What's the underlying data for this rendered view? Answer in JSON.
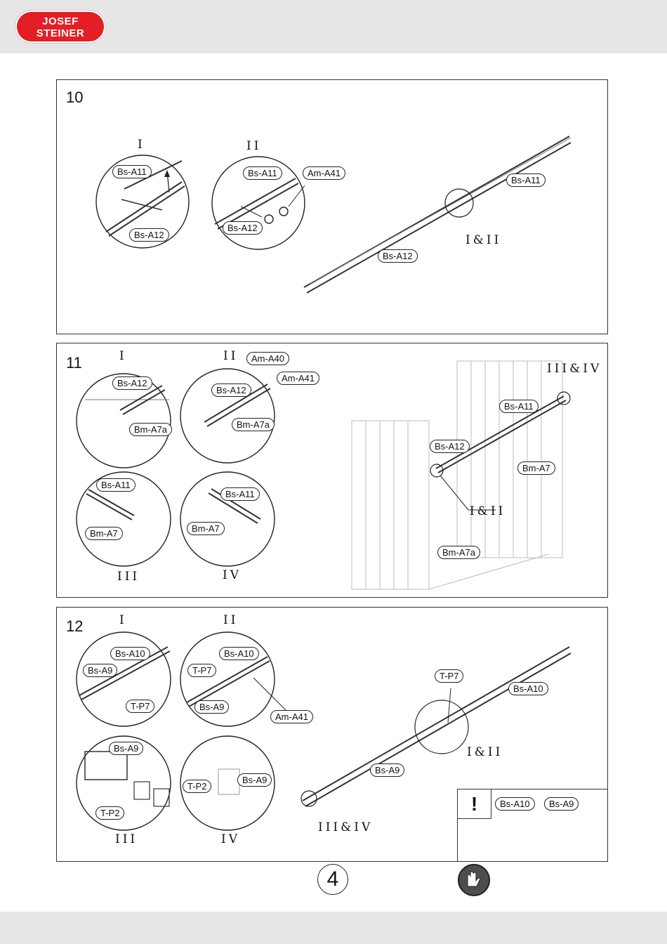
{
  "brand": {
    "line1": "JOSEF",
    "line2": "STEINER"
  },
  "steps": [
    {
      "number": "10",
      "romans": {
        "i": "I",
        "ii": "II",
        "combined": "I&II"
      },
      "tags": {
        "i_top": "Bs-A11",
        "i_bottom": "Bs-A12",
        "ii_top": "Bs-A11",
        "ii_bottom": "Bs-A12",
        "ii_screw": "Am-A41",
        "main_upper": "Bs-A11",
        "main_lower": "Bs-A12"
      }
    },
    {
      "number": "11",
      "romans": {
        "i": "I",
        "ii": "II",
        "iii": "III",
        "iv": "IV",
        "combined_top": "III&IV",
        "combined_mid": "I&II"
      },
      "tags": {
        "i_rail": "Bs-A12",
        "i_wall": "Bm-A7a",
        "ii_washer": "Am-A40",
        "ii_screw": "Am-A41",
        "ii_rail": "Bs-A12",
        "ii_wall": "Bm-A7a",
        "iii_rail": "Bs-A11",
        "iii_wall": "Bm-A7",
        "iv_rail": "Bs-A11",
        "iv_wall": "Bm-A7",
        "main_upper": "Bs-A11",
        "main_lower": "Bs-A12",
        "main_wall_right": "Bm-A7",
        "main_wall_left": "Bm-A7a"
      }
    },
    {
      "number": "12",
      "romans": {
        "i": "I",
        "ii": "II",
        "iii": "III",
        "iv": "IV",
        "combined_right": "I&II",
        "combined_left": "III&IV"
      },
      "tags": {
        "i_top": "Bs-A10",
        "i_left": "Bs-A9",
        "i_plate": "T-P7",
        "ii_top": "Bs-A10",
        "ii_plate": "T-P7",
        "ii_rail": "Bs-A9",
        "ii_screw": "Am-A41",
        "iii_rail": "Bs-A9",
        "iii_clip": "T-P2",
        "iv_clip": "T-P2",
        "iv_rail": "Bs-A9",
        "main_plate": "T-P7",
        "main_upper": "Bs-A10",
        "main_lower": "Bs-A9",
        "warn_left": "Bs-A10",
        "warn_right": "Bs-A9"
      },
      "warning_symbol": "!"
    }
  ],
  "footer": {
    "page_number": "4",
    "icon": "gloves-icon"
  }
}
